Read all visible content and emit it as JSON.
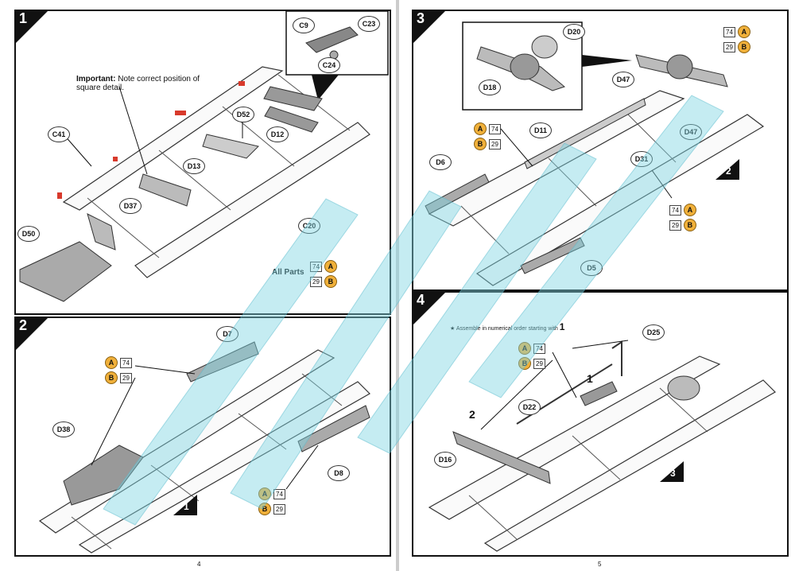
{
  "steps": {
    "s1": {
      "number": "1",
      "important_bold": "Important:",
      "important_text": "Note correct position of square detail.",
      "parts": [
        "C9",
        "C23",
        "C24",
        "D52",
        "D12",
        "C41",
        "D13",
        "D37",
        "C20",
        "D50"
      ],
      "all_parts_label": "All Parts",
      "paint": [
        {
          "code": "74",
          "letter": "A"
        },
        {
          "code": "29",
          "letter": "B"
        }
      ]
    },
    "s2": {
      "number": "2",
      "parts": [
        "D7",
        "D38",
        "D8"
      ],
      "paint_upper": [
        {
          "code": "74",
          "letter": "A"
        },
        {
          "code": "29",
          "letter": "B"
        }
      ],
      "paint_lower": [
        {
          "code": "74",
          "letter": "A"
        },
        {
          "code": "29",
          "letter": "B"
        }
      ],
      "ref_tag": "1"
    },
    "s3": {
      "number": "3",
      "parts": [
        "D20",
        "D18",
        "D47",
        "D47",
        "D11",
        "D6",
        "D31",
        "D5"
      ],
      "paint_top": [
        {
          "code": "74",
          "letter": "A"
        },
        {
          "code": "29",
          "letter": "B"
        }
      ],
      "paint_left": [
        {
          "code": "74",
          "letter": "A"
        },
        {
          "code": "29",
          "letter": "B"
        }
      ],
      "paint_mid": [
        {
          "code": "74",
          "letter": "A"
        },
        {
          "code": "29",
          "letter": "B"
        }
      ],
      "ref_tag": "2"
    },
    "s4": {
      "number": "4",
      "note": "★ Assemble in numerical order starting with",
      "note_num": "1",
      "parts": [
        "D25",
        "D22",
        "D16"
      ],
      "order_1": "1",
      "order_2": "2",
      "paint": [
        {
          "code": "74",
          "letter": "A"
        },
        {
          "code": "29",
          "letter": "B"
        }
      ],
      "ref_tag": "3"
    }
  },
  "pages": {
    "left": "4",
    "right": "5"
  },
  "colors": {
    "highlight": "#d83a2c",
    "paint_badge": "#f0b03a",
    "watermark": "#7fd4e3"
  }
}
